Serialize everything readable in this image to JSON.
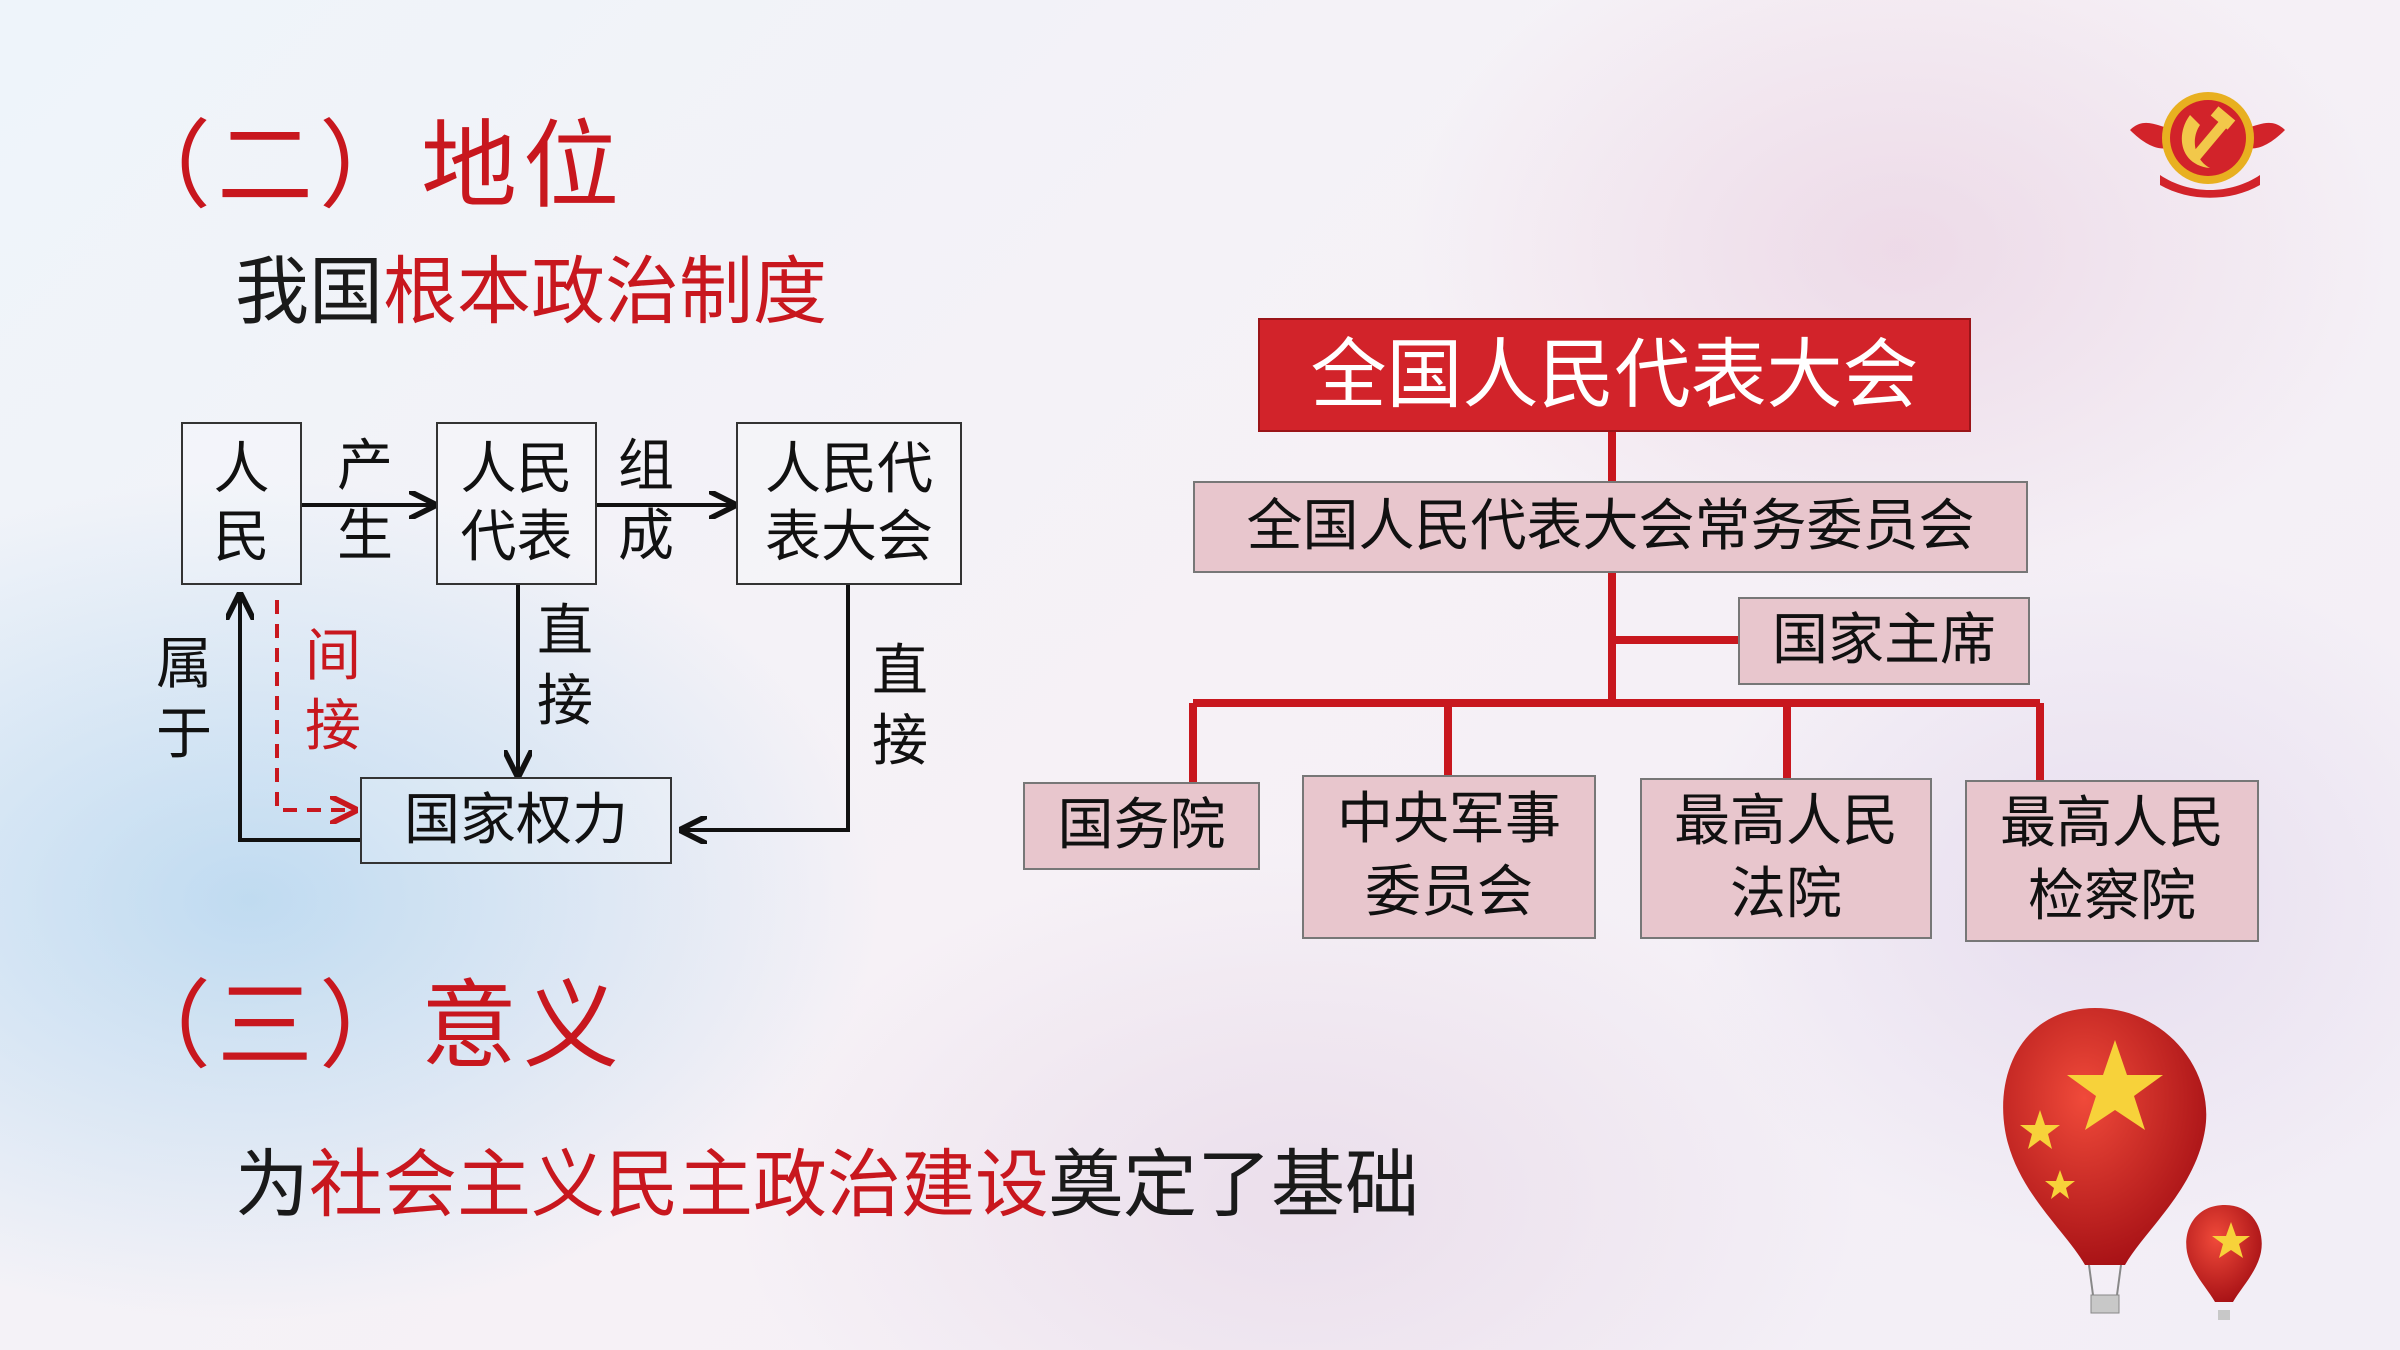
{
  "heading2": "（二）地位",
  "status_line": {
    "prefix": "我国",
    "highlight": "根本政治制度"
  },
  "flow": {
    "people": "人\n民",
    "produce": "产\n生",
    "representatives": "人民\n代表",
    "compose": "组\n成",
    "congress": "人民代\n表大会",
    "belong": "属\n于",
    "indirect": "间\n接",
    "direct1": "直\n接",
    "direct2": "直\n接",
    "state_power": "国家权力"
  },
  "org": {
    "npc": "全国人民代表大会",
    "standing": "全国人民代表大会常务委员会",
    "president": "国家主席",
    "branches": [
      "国务院",
      "中央军事\n委员会",
      "最高人民\n法院",
      "最高人民\n检察院"
    ]
  },
  "heading3": "（三）意义",
  "significance_line": {
    "prefix": "为",
    "highlight": "社会主义民主政治建设",
    "suffix": "奠定了基础"
  },
  "colors": {
    "accent": "#c8171e",
    "org_top": "#d2232a",
    "org_box": "#e8c6cd"
  },
  "icons": [
    "party-emblem-icon",
    "hot-air-balloon-icon"
  ]
}
